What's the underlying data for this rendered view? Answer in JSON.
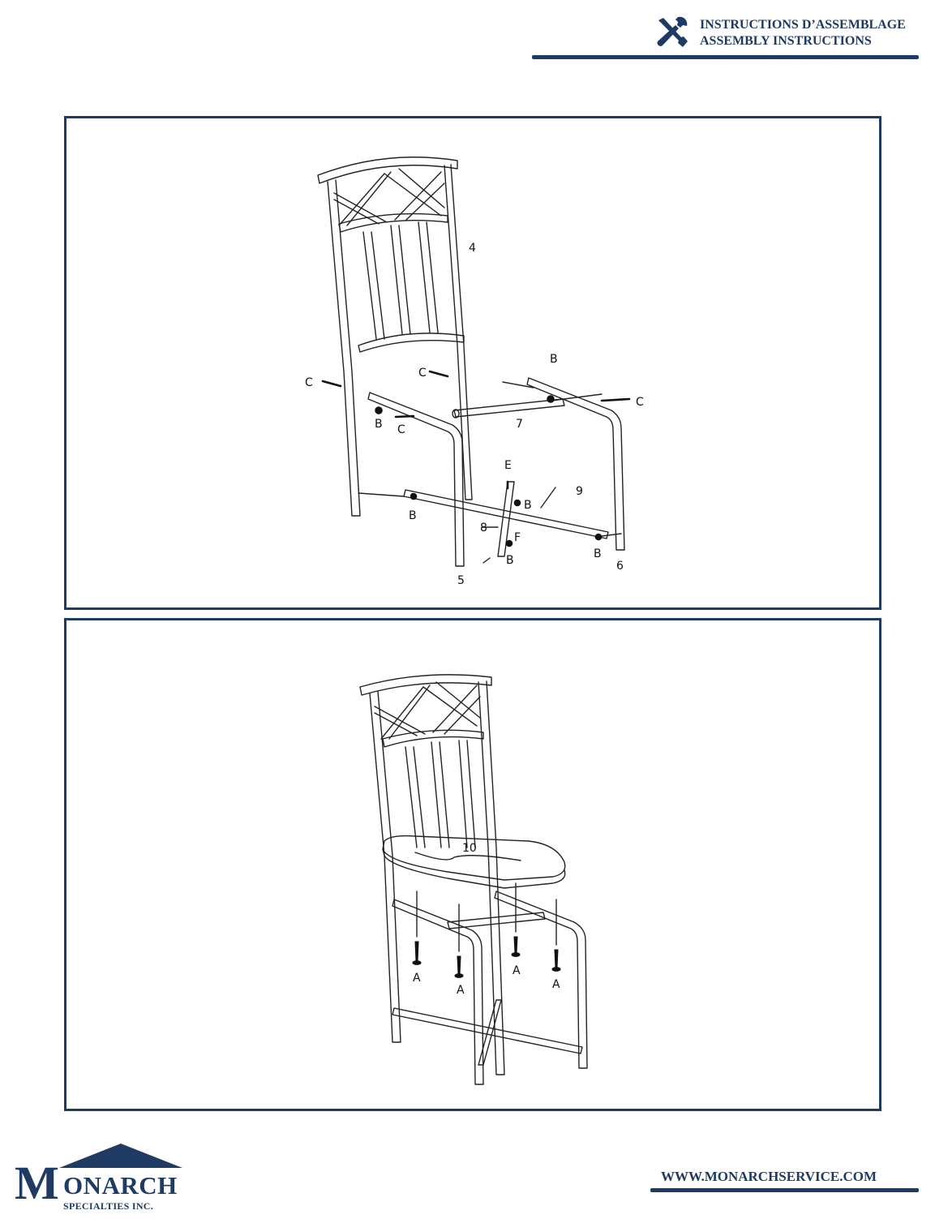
{
  "header": {
    "title_fr": "INSTRUCTIONS D’ASSEMBLAGE",
    "title_en": "ASSEMBLY INSTRUCTIONS",
    "icon": "tools-icon",
    "accent_color": "#1f3b63"
  },
  "step1": {
    "part_labels": [
      "4",
      "5",
      "6",
      "7",
      "8",
      "9"
    ],
    "hardware_labels": {
      "B": "B",
      "C": "C",
      "E": "E",
      "F": "F"
    }
  },
  "step2": {
    "part_labels": [
      "10"
    ],
    "hardware_labels": {
      "A": "A"
    }
  },
  "footer": {
    "logo_initial": "M",
    "logo_rest": "ONARCH",
    "logo_sub": "SPECIALTIES INC.",
    "url": "WWW.MONARCHSERVICE.COM"
  }
}
